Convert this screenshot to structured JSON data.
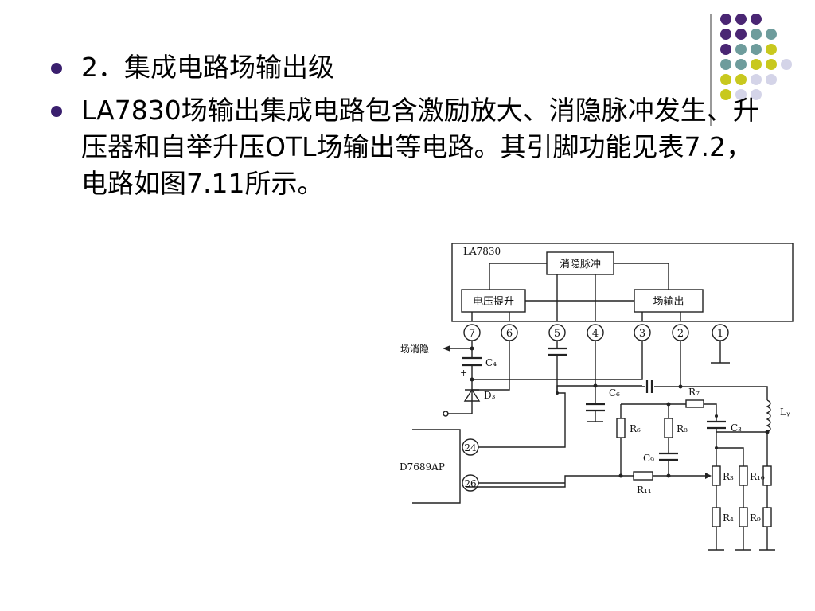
{
  "slide": {
    "bullets": [
      "2．集成电路场输出级",
      "LA7830场输出集成电路包含激励放大、消隐脉冲发生、升压器和自举升压OTL场输出等电路。其引脚功能见表7.2，电路如图7.11所示。"
    ]
  },
  "decoration": {
    "colors": {
      "purple": "#4a2673",
      "teal": "#6e9c9c",
      "yellow": "#c8c81e",
      "lavender": "#d4d4e8"
    },
    "rows": [
      [
        "purple",
        "purple",
        "purple"
      ],
      [
        "purple",
        "purple",
        "teal",
        "teal"
      ],
      [
        "purple",
        "teal",
        "teal",
        "yellow"
      ],
      [
        "teal",
        "teal",
        "yellow",
        "yellow",
        "lavender"
      ],
      [
        "yellow",
        "yellow",
        "lavender",
        "lavender"
      ],
      [
        "yellow",
        "lavender",
        "lavender"
      ]
    ]
  },
  "circuit": {
    "ic_name": "LA7830",
    "blocks": {
      "blanking": "消隐脉冲",
      "boost": "电压提升",
      "output": "场输出"
    },
    "pins": [
      "7",
      "6",
      "5",
      "4",
      "3",
      "2",
      "1"
    ],
    "ext_ic": "D7689AP",
    "ext_pins": [
      "24",
      "26"
    ],
    "blank_label": "场消隐",
    "components": {
      "c4": "C₄",
      "d3": "D₃",
      "c6": "C₆",
      "r7": "R₇",
      "ly": "Lᵧ",
      "r6": "R₆",
      "r8": "R₈",
      "c3": "C₃",
      "c9": "C₉",
      "r11": "R₁₁",
      "r3": "R₃",
      "r10": "R₁₀",
      "r4": "R₄",
      "r9": "R₉"
    },
    "plus": "+"
  }
}
